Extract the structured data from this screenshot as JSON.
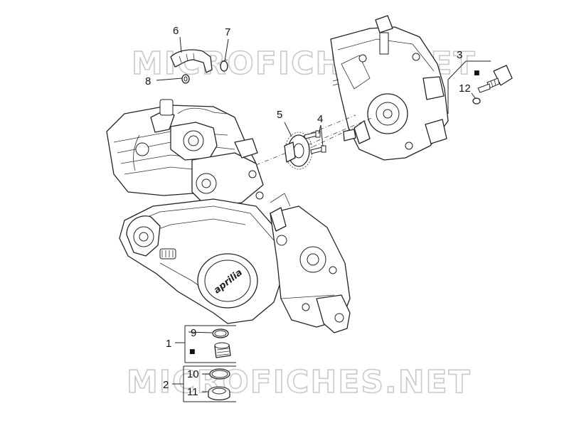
{
  "diagram": {
    "watermark_top": "MICROFICHES.NET",
    "watermark_bottom": "MICROFICHES.NET",
    "logo_text": "aprilia",
    "callouts": {
      "c1": "1",
      "c2": "2",
      "c3": "3",
      "c4": "4",
      "c5": "5",
      "c6": "6",
      "c7": "7",
      "c8": "8",
      "c9": "9",
      "c10": "10",
      "c11": "11",
      "c12": "12"
    },
    "marker_symbol": "■"
  }
}
